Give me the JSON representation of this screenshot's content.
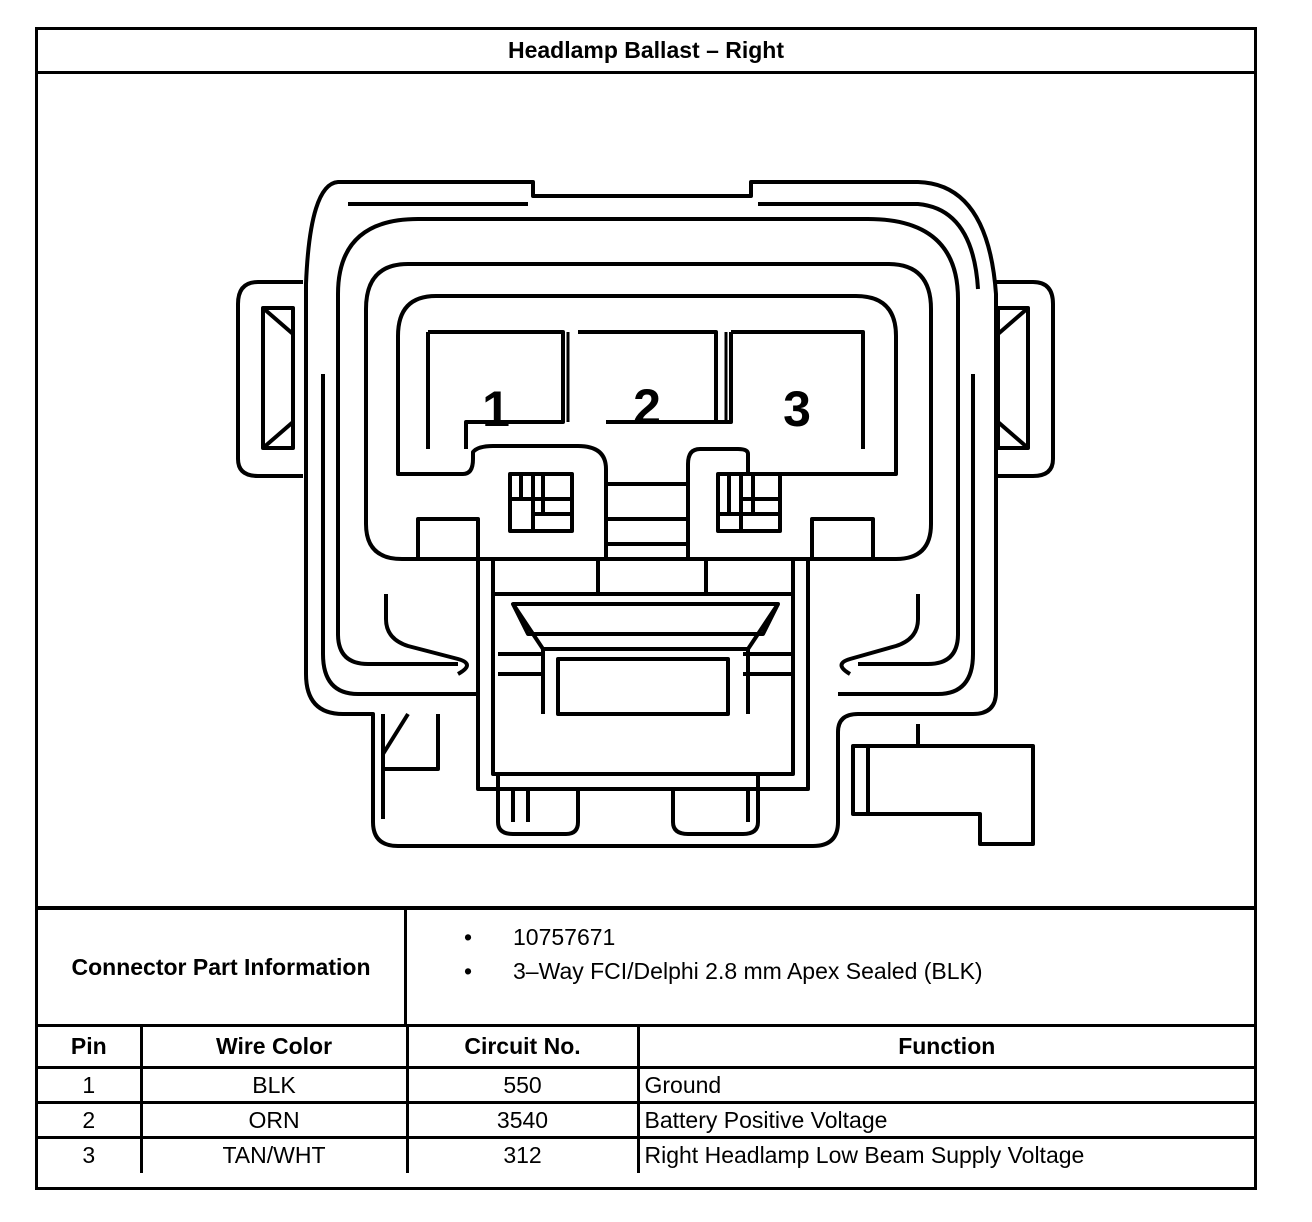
{
  "title": "Headlamp Ballast – Right",
  "connector": {
    "cavity_labels": [
      "1",
      "2",
      "3"
    ]
  },
  "part_info": {
    "label": "Connector Part Information",
    "items": [
      "10757671",
      "3–Way FCI/Delphi 2.8 mm Apex Sealed (BLK)"
    ]
  },
  "pin_table": {
    "headers": {
      "pin": "Pin",
      "wire_color": "Wire Color",
      "circuit": "Circuit No.",
      "function": "Function"
    },
    "rows": [
      {
        "pin": "1",
        "wire_color": "BLK",
        "circuit": "550",
        "function": "Ground"
      },
      {
        "pin": "2",
        "wire_color": "ORN",
        "circuit": "3540",
        "function": "Battery Positive Voltage"
      },
      {
        "pin": "3",
        "wire_color": "TAN/WHT",
        "circuit": "312",
        "function": "Right Headlamp Low Beam Supply Voltage"
      }
    ]
  }
}
